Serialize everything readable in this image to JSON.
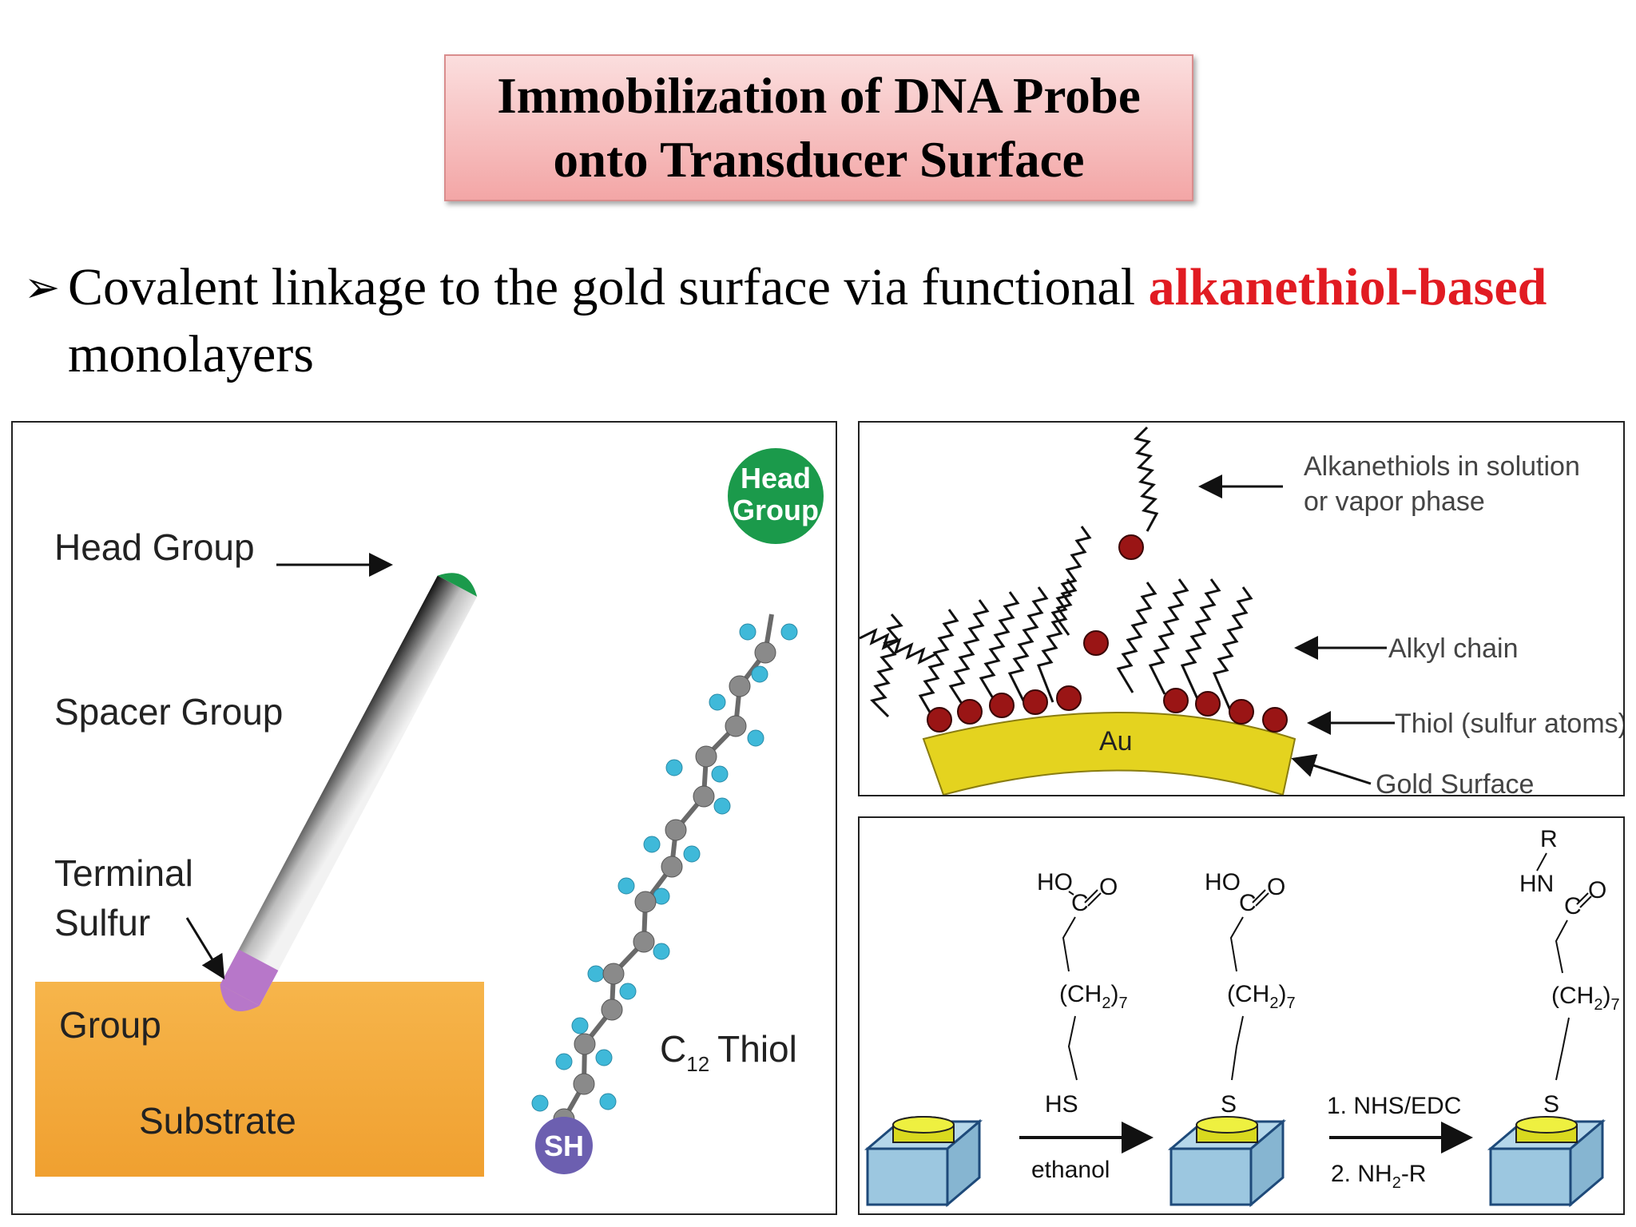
{
  "slide": {
    "title_line1": "Immobilization of DNA Probe",
    "title_line2": "onto Transducer Surface",
    "bullet_marker": "➢",
    "bullet_text_before": "Covalent linkage to the gold surface via functional ",
    "bullet_text_highlight": "alkanethiol-based",
    "bullet_text_after": "monolayers"
  },
  "panel_left": {
    "label_head_group": "Head Group",
    "label_spacer_group": "Spacer Group",
    "label_terminal_line1": "Terminal",
    "label_terminal_line2": "Sulfur",
    "label_group": "Group",
    "label_substrate": "Substrate",
    "ball_head_line1": "Head",
    "ball_head_line2": "Group",
    "ball_sh": "SH",
    "thiol_c": "C",
    "thiol_sub": "12",
    "thiol_word": "Thiol"
  },
  "panel_top_right": {
    "label_solution_line1": "Alkanethiols in solution",
    "label_solution_line2": "or vapor phase",
    "label_alkyl": "Alkyl chain",
    "label_thiol": "Thiol (sulfur atoms)",
    "label_gold": "Gold Surface",
    "label_au": "Au"
  },
  "panel_bottom_right": {
    "mol1_top": "HO",
    "mol1_carbon": "C",
    "mol1_oxygen": "O",
    "mol1_chain": "(CH",
    "mol1_chain_sub": "2",
    "mol1_chain_end": ")",
    "mol1_chain_count": "7",
    "mol1_end": "HS",
    "arrow1_label": "ethanol",
    "mol2_top": "HO",
    "mol2_carbon": "C",
    "mol2_oxygen": "O",
    "mol2_chain": "(CH",
    "mol2_chain_sub": "2",
    "mol2_chain_end": ")",
    "mol2_chain_count": "7",
    "mol2_end": "S",
    "arrow2_step1": "1. NHS/EDC",
    "arrow2_step2_a": "2. NH",
    "arrow2_step2_sub": "2",
    "arrow2_step2_b": "-R",
    "mol3_r": "R",
    "mol3_hn": "HN",
    "mol3_carbon": "C",
    "mol3_oxygen": "O",
    "mol3_chain": "(CH",
    "mol3_chain_sub": "2",
    "mol3_chain_end": ")",
    "mol3_chain_count": "7",
    "mol3_end": "S"
  },
  "colors": {
    "highlight": "#e11b22",
    "head_green": "#1b9a4b",
    "substrate_orange": "#f4a93b",
    "sulfur_purple": "#b777c9",
    "gold": "#e4d31f",
    "atom_red": "#9a1515",
    "atom_cyan": "#3fb9d9",
    "atom_gray": "#8a8a8a",
    "chip_blue": "#9cc7e0"
  }
}
